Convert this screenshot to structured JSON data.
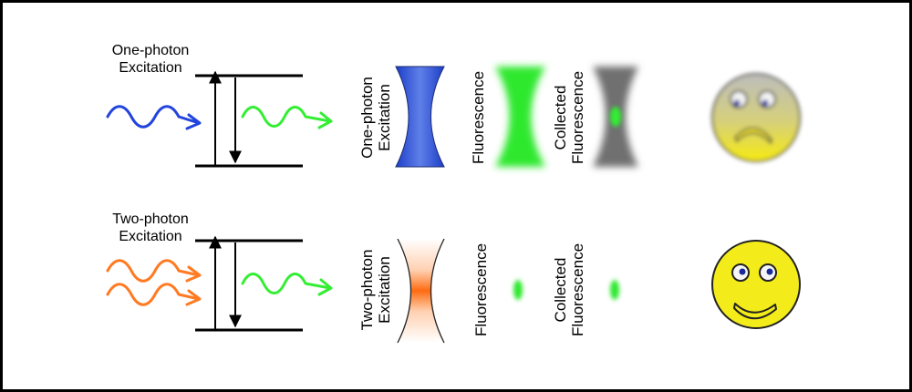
{
  "rows": [
    {
      "id": "one-photon",
      "energy_label": [
        "One-photon",
        "Excitation"
      ],
      "excitation_label": [
        "One-photon",
        "Excitation"
      ],
      "fluorescence_label": "Fluorescence",
      "collected_label": [
        "Collected",
        "Fluorescence"
      ],
      "face": "sad-face-icon"
    },
    {
      "id": "two-photon",
      "energy_label": [
        "Two-photon",
        "Excitation"
      ],
      "excitation_label": [
        "Two-photon",
        "Excitation"
      ],
      "fluorescence_label": "Fluorescence",
      "collected_label": [
        "Collected",
        "Fluorescence"
      ],
      "face": "happy-face-icon"
    }
  ],
  "colors": {
    "one_photon_excitation": "#2244dd",
    "two_photon_excitation": "#ff7a22",
    "fluorescence": "#33ee33",
    "collected_gray": "#777777",
    "face_yellow": "#f4ec1a",
    "eye_blue": "#1a2a9a"
  }
}
